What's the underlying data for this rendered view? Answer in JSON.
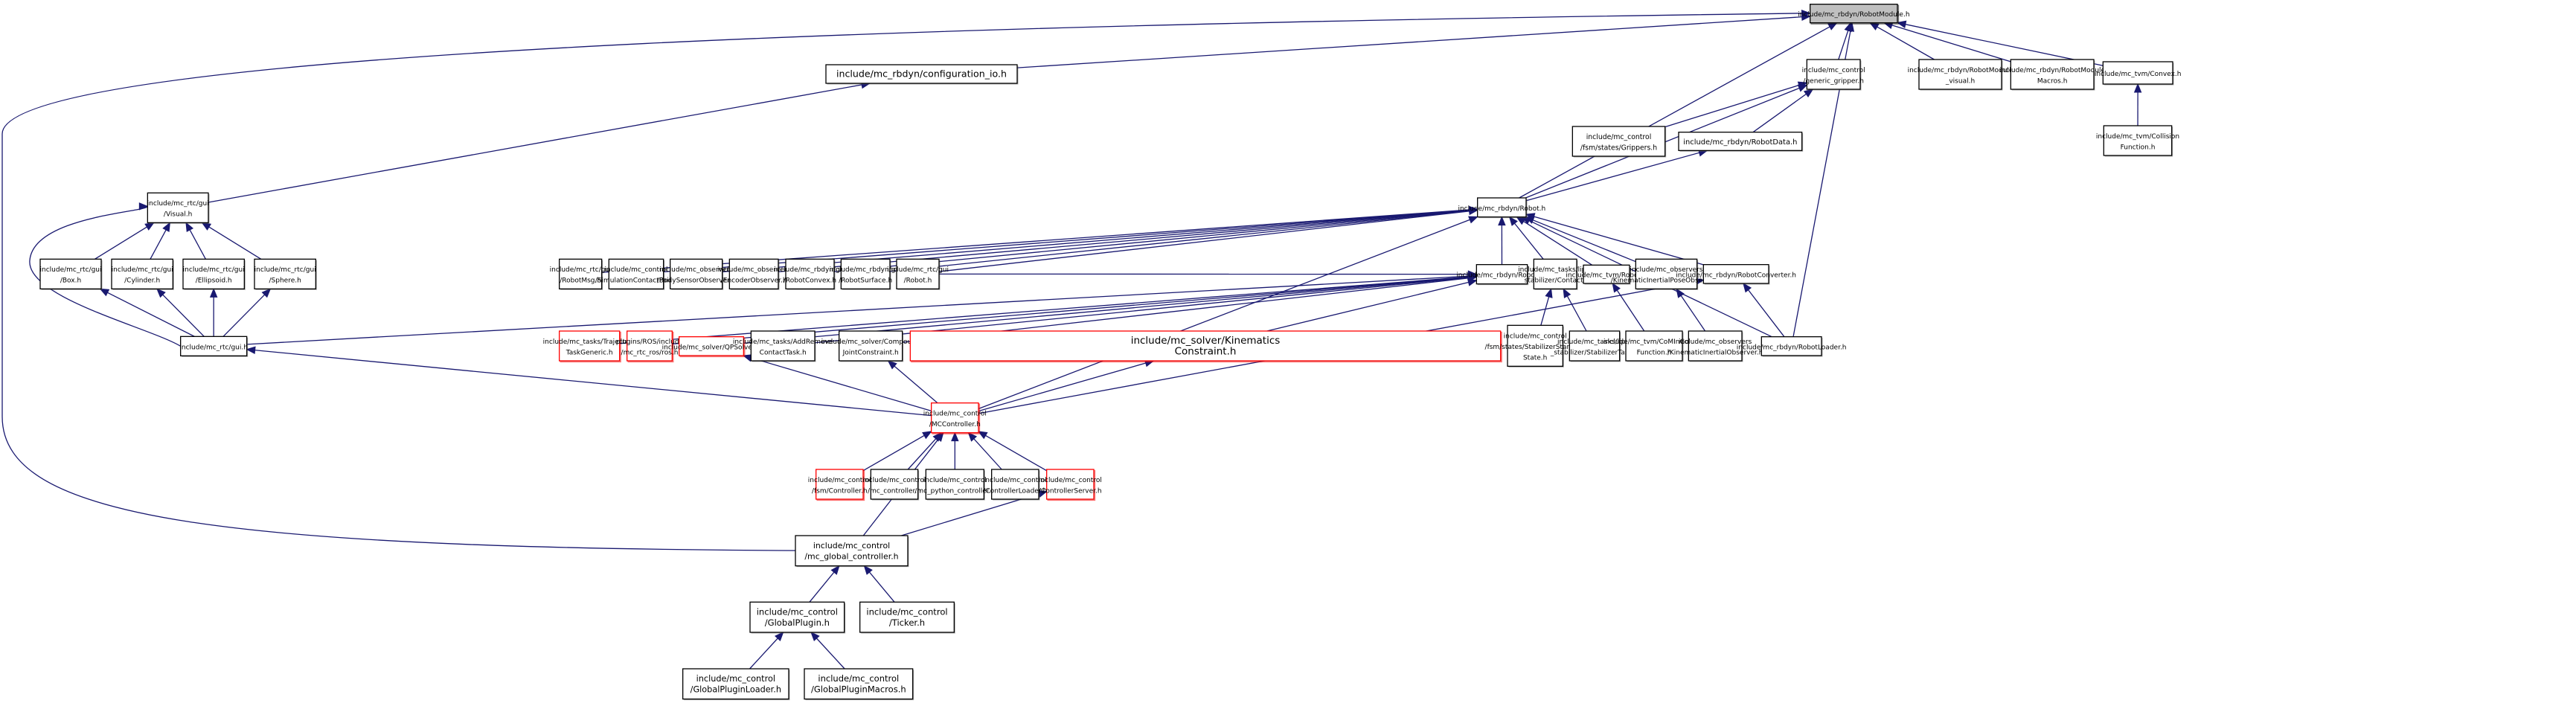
{
  "graph": {
    "title": "include/mc_rbdyn/RobotModule.h",
    "edge_color": "#191970",
    "root_fill": "#bfbfbf",
    "truncated_border_color": "#ff0000",
    "nodes": [
      {
        "id": "n0",
        "lines": [
          "include/mc_rbdyn/RobotModule.h"
        ],
        "kind": "root"
      },
      {
        "id": "n1",
        "lines": [
          "include/mc_rbdyn/configuration_io.h"
        ],
        "kind": "normal"
      },
      {
        "id": "n2",
        "lines": [
          "include/mc_control",
          "/generic_gripper.h"
        ],
        "kind": "normal"
      },
      {
        "id": "n3",
        "lines": [
          "include/mc_rbdyn/RobotModule",
          "_visual.h"
        ],
        "kind": "normal"
      },
      {
        "id": "n4",
        "lines": [
          "include/mc_rbdyn/RobotModule",
          "Macros.h"
        ],
        "kind": "normal"
      },
      {
        "id": "n5",
        "lines": [
          "include/mc_tvm/Convex.h"
        ],
        "kind": "normal"
      },
      {
        "id": "n6",
        "lines": [
          "include/mc_tvm/Collision",
          "Function.h"
        ],
        "kind": "normal"
      },
      {
        "id": "n7",
        "lines": [
          "include/mc_control",
          "/fsm/states/Grippers.h"
        ],
        "kind": "normal"
      },
      {
        "id": "n8",
        "lines": [
          "include/mc_rbdyn/RobotData.h"
        ],
        "kind": "normal"
      },
      {
        "id": "n9",
        "lines": [
          "include/mc_rtc/gui",
          "/Visual.h"
        ],
        "kind": "normal"
      },
      {
        "id": "n10",
        "lines": [
          "include/mc_rbdyn/Robot.h"
        ],
        "kind": "normal"
      },
      {
        "id": "n11",
        "lines": [
          "include/mc_rtc/gui",
          "/Box.h"
        ],
        "kind": "normal"
      },
      {
        "id": "n12",
        "lines": [
          "include/mc_rtc/gui",
          "/Cylinder.h"
        ],
        "kind": "normal"
      },
      {
        "id": "n13",
        "lines": [
          "include/mc_rtc/gui",
          "/Ellipsoid.h"
        ],
        "kind": "normal"
      },
      {
        "id": "n14",
        "lines": [
          "include/mc_rtc/gui",
          "/Sphere.h"
        ],
        "kind": "normal"
      },
      {
        "id": "n15",
        "lines": [
          "include/mc_rtc/gui",
          "/RobotMsg.h"
        ],
        "kind": "normal"
      },
      {
        "id": "n16",
        "lines": [
          "include/mc_control",
          "/SimulationContactPair.h"
        ],
        "kind": "normal"
      },
      {
        "id": "n17",
        "lines": [
          "include/mc_observers",
          "/BodySensorObserver.h"
        ],
        "kind": "normal"
      },
      {
        "id": "n18",
        "lines": [
          "include/mc_observers",
          "/EncoderObserver.h"
        ],
        "kind": "normal"
      },
      {
        "id": "n19",
        "lines": [
          "include/mc_rbdyn/gui",
          "/RobotConvex.h"
        ],
        "kind": "normal"
      },
      {
        "id": "n20",
        "lines": [
          "include/mc_rbdyn/gui",
          "/RobotSurface.h"
        ],
        "kind": "normal"
      },
      {
        "id": "n21",
        "lines": [
          "include/mc_rtc/gui",
          "/Robot.h"
        ],
        "kind": "normal"
      },
      {
        "id": "n22",
        "lines": [
          "include/mc_rbdyn/Robots.h"
        ],
        "kind": "normal"
      },
      {
        "id": "n23",
        "lines": [
          "include/mc_tasks/lipm",
          "_stabilizer/Contact.h"
        ],
        "kind": "normal"
      },
      {
        "id": "n24",
        "lines": [
          "include/mc_tvm/Robot.h"
        ],
        "kind": "normal"
      },
      {
        "id": "n25",
        "lines": [
          "include/mc_observers",
          "/KinematicInertialPoseObserver.h"
        ],
        "kind": "normal"
      },
      {
        "id": "n26",
        "lines": [
          "include/mc_rbdyn/RobotConverter.h"
        ],
        "kind": "normal"
      },
      {
        "id": "n27",
        "lines": [
          "include/mc_rtc/gui.h"
        ],
        "kind": "normal"
      },
      {
        "id": "n28",
        "lines": [
          "include/mc_tasks/Trajectory",
          "TaskGeneric.h"
        ],
        "kind": "truncated"
      },
      {
        "id": "n29",
        "lines": [
          "plugins/ROS/include",
          "/mc_rtc_ros/ros.h"
        ],
        "kind": "truncated"
      },
      {
        "id": "n30",
        "lines": [
          "include/mc_solver/QPSolver.h"
        ],
        "kind": "truncated"
      },
      {
        "id": "n31",
        "lines": [
          "include/mc_tasks/AddRemove",
          "ContactTask.h"
        ],
        "kind": "normal"
      },
      {
        "id": "n32",
        "lines": [
          "include/mc_solver/Compound",
          "JointConstraint.h"
        ],
        "kind": "normal"
      },
      {
        "id": "n33",
        "lines": [
          "include/mc_solver/Kinematics",
          "Constraint.h"
        ],
        "kind": "truncated"
      },
      {
        "id": "n34",
        "lines": [
          "include/mc_control",
          "/fsm/states/StabilizerStanding",
          "State.h"
        ],
        "kind": "normal"
      },
      {
        "id": "n35",
        "lines": [
          "include/mc_tasks/lipm",
          "_stabilizer/StabilizerTask.h"
        ],
        "kind": "normal"
      },
      {
        "id": "n36",
        "lines": [
          "include/mc_tvm/CoMInConvex",
          "Function.h"
        ],
        "kind": "normal"
      },
      {
        "id": "n37",
        "lines": [
          "include/mc_observers",
          "/KinematicInertialObserver.h"
        ],
        "kind": "normal"
      },
      {
        "id": "n38",
        "lines": [
          "include/mc_rbdyn/RobotLoader.h"
        ],
        "kind": "normal"
      },
      {
        "id": "n39",
        "lines": [
          "include/mc_control",
          "/MCController.h"
        ],
        "kind": "truncated"
      },
      {
        "id": "n40",
        "lines": [
          "include/mc_control",
          "/fsm/Controller.h"
        ],
        "kind": "truncated"
      },
      {
        "id": "n41",
        "lines": [
          "include/mc_control",
          "/mc_controller.h"
        ],
        "kind": "normal"
      },
      {
        "id": "n42",
        "lines": [
          "include/mc_control",
          "/mc_python_controller.h"
        ],
        "kind": "normal"
      },
      {
        "id": "n43",
        "lines": [
          "include/mc_control",
          "/ControllerLoader.h"
        ],
        "kind": "normal"
      },
      {
        "id": "n44",
        "lines": [
          "include/mc_control",
          "/ControllerServer.h"
        ],
        "kind": "truncated"
      },
      {
        "id": "n45",
        "lines": [
          "include/mc_control",
          "/mc_global_controller.h"
        ],
        "kind": "normal"
      },
      {
        "id": "n46",
        "lines": [
          "include/mc_control",
          "/GlobalPlugin.h"
        ],
        "kind": "normal"
      },
      {
        "id": "n47",
        "lines": [
          "include/mc_control",
          "/Ticker.h"
        ],
        "kind": "normal"
      },
      {
        "id": "n48",
        "lines": [
          "include/mc_control",
          "/GlobalPluginLoader.h"
        ],
        "kind": "normal"
      },
      {
        "id": "n49",
        "lines": [
          "include/mc_control",
          "/GlobalPluginMacros.h"
        ],
        "kind": "normal"
      }
    ],
    "edges": [
      [
        "n1",
        "n0"
      ],
      [
        "n2",
        "n0"
      ],
      [
        "n3",
        "n0"
      ],
      [
        "n4",
        "n0"
      ],
      [
        "n5",
        "n0"
      ],
      [
        "n10",
        "n0"
      ],
      [
        "n38",
        "n0"
      ],
      [
        "n45",
        "n0"
      ],
      [
        "n6",
        "n5"
      ],
      [
        "n7",
        "n2"
      ],
      [
        "n8",
        "n2"
      ],
      [
        "n10",
        "n2"
      ],
      [
        "n10",
        "n8"
      ],
      [
        "n9",
        "n1"
      ],
      [
        "n11",
        "n9"
      ],
      [
        "n12",
        "n9"
      ],
      [
        "n13",
        "n9"
      ],
      [
        "n14",
        "n9"
      ],
      [
        "n27",
        "n9"
      ],
      [
        "n27",
        "n11"
      ],
      [
        "n27",
        "n12"
      ],
      [
        "n27",
        "n13"
      ],
      [
        "n27",
        "n14"
      ],
      [
        "n15",
        "n10"
      ],
      [
        "n16",
        "n10"
      ],
      [
        "n17",
        "n10"
      ],
      [
        "n18",
        "n10"
      ],
      [
        "n19",
        "n10"
      ],
      [
        "n20",
        "n10"
      ],
      [
        "n21",
        "n10"
      ],
      [
        "n22",
        "n10"
      ],
      [
        "n23",
        "n10"
      ],
      [
        "n24",
        "n10"
      ],
      [
        "n25",
        "n10"
      ],
      [
        "n26",
        "n10"
      ],
      [
        "n38",
        "n10"
      ],
      [
        "n39",
        "n10"
      ],
      [
        "n27",
        "n22"
      ],
      [
        "n28",
        "n22"
      ],
      [
        "n29",
        "n22"
      ],
      [
        "n30",
        "n22"
      ],
      [
        "n31",
        "n22"
      ],
      [
        "n32",
        "n22"
      ],
      [
        "n33",
        "n22"
      ],
      [
        "n21",
        "n22"
      ],
      [
        "n34",
        "n23"
      ],
      [
        "n35",
        "n23"
      ],
      [
        "n36",
        "n24"
      ],
      [
        "n37",
        "n25"
      ],
      [
        "n38",
        "n26"
      ],
      [
        "n39",
        "n26"
      ],
      [
        "n39",
        "n27"
      ],
      [
        "n39",
        "n30"
      ],
      [
        "n39",
        "n32"
      ],
      [
        "n39",
        "n33"
      ],
      [
        "n40",
        "n39"
      ],
      [
        "n41",
        "n39"
      ],
      [
        "n42",
        "n39"
      ],
      [
        "n43",
        "n39"
      ],
      [
        "n44",
        "n39"
      ],
      [
        "n45",
        "n39"
      ],
      [
        "n45",
        "n44"
      ],
      [
        "n46",
        "n45"
      ],
      [
        "n47",
        "n45"
      ],
      [
        "n48",
        "n46"
      ],
      [
        "n49",
        "n46"
      ]
    ]
  }
}
